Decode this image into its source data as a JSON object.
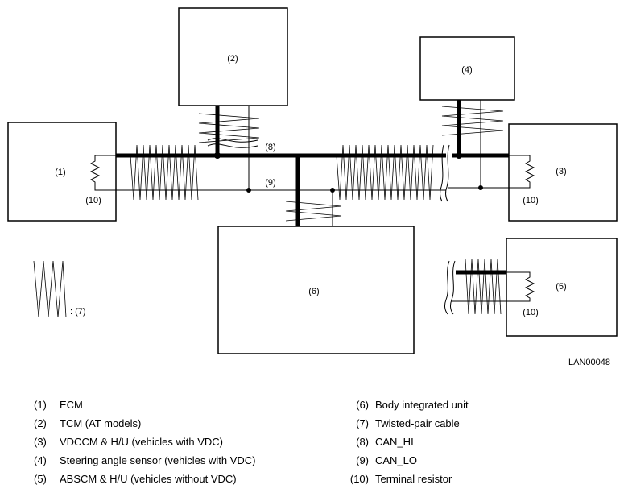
{
  "diagram": {
    "modules": [
      {
        "id": "ecm",
        "label": "(1)"
      },
      {
        "id": "tcm",
        "label": "(2)"
      },
      {
        "id": "vdccm",
        "label": "(3)"
      },
      {
        "id": "steering",
        "label": "(4)"
      },
      {
        "id": "abscm",
        "label": "(5)"
      },
      {
        "id": "body",
        "label": "(6)"
      }
    ],
    "line_labels": {
      "can_hi": "(8)",
      "can_lo": "(9)"
    },
    "resistor_labels": {
      "ecm": "(10)",
      "vdccm": "(10)",
      "abscm": "(10)"
    },
    "legend_sample_label": ": (7)",
    "drawing_code": "LAN00048"
  },
  "legend": {
    "left": [
      {
        "num": "(1)",
        "text": "ECM"
      },
      {
        "num": "(2)",
        "text": "TCM (AT models)"
      },
      {
        "num": "(3)",
        "text": "VDCCM & H/U (vehicles with VDC)"
      },
      {
        "num": "(4)",
        "text": "Steering angle sensor (vehicles with VDC)"
      },
      {
        "num": "(5)",
        "text": "ABSCM & H/U (vehicles without VDC)"
      }
    ],
    "right": [
      {
        "num": "(6)",
        "text": "Body integrated unit"
      },
      {
        "num": "(7)",
        "text": "Twisted-pair cable"
      },
      {
        "num": "(8)",
        "text": "CAN_HI"
      },
      {
        "num": "(9)",
        "text": "CAN_LO"
      },
      {
        "num": "(10)",
        "text": "Terminal resistor"
      }
    ]
  }
}
